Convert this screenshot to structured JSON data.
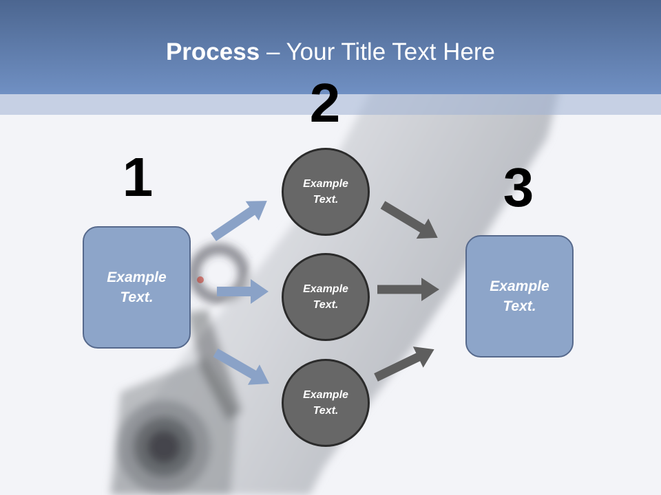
{
  "title": {
    "bold": "Process",
    "rest": "– Your Title Text Here"
  },
  "steps": [
    {
      "number": "1",
      "items": [
        "Example Text."
      ]
    },
    {
      "number": "2",
      "items": [
        "Example Text.",
        "Example Text.",
        "Example Text."
      ]
    },
    {
      "number": "3",
      "items": [
        "Example Text."
      ]
    }
  ],
  "colors": {
    "header_top": "#4c6690",
    "header_bottom": "#7090c3",
    "box_fill": "#8da5c9",
    "box_border": "#56698c",
    "circle_fill": "#676767",
    "circle_border": "#2b2b2b",
    "blue_arrow": "#8aa2c7",
    "gray_arrow": "#5e5e5e",
    "text_on_shapes": "#ffffff",
    "step_numbers": "#000000"
  }
}
